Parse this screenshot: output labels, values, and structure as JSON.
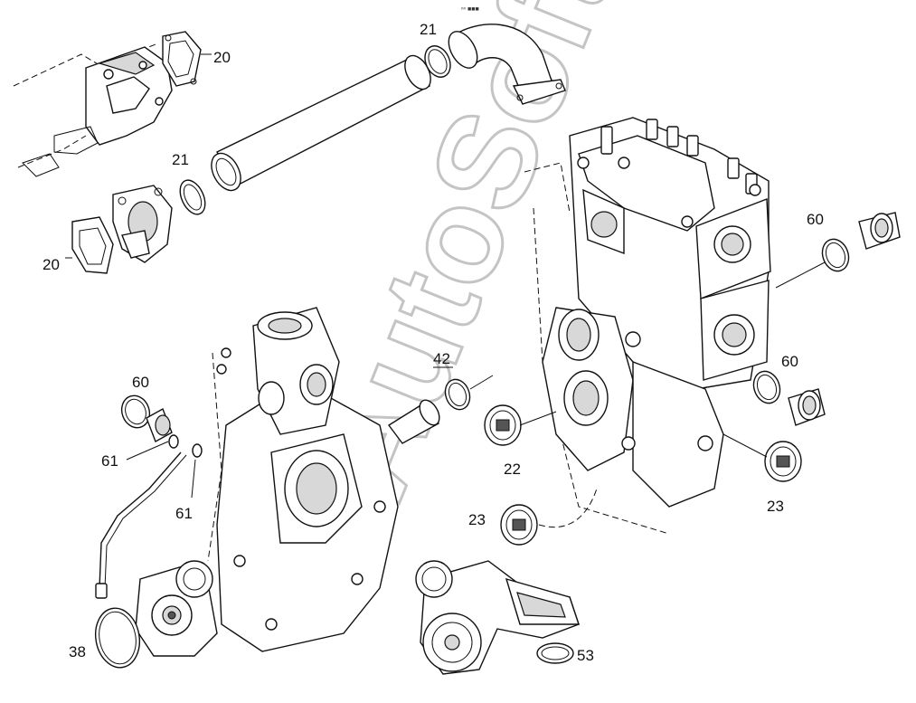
{
  "diagram": {
    "header_mark": "ⁿⁿ ■■■",
    "watermark": "AutoSoft",
    "callouts": [
      {
        "id": "c20a",
        "label": "20"
      },
      {
        "id": "c20b",
        "label": "20"
      },
      {
        "id": "c21a",
        "label": "21"
      },
      {
        "id": "c21b",
        "label": "21"
      },
      {
        "id": "c60a",
        "label": "60"
      },
      {
        "id": "c60b",
        "label": "60"
      },
      {
        "id": "c60c",
        "label": "60"
      },
      {
        "id": "c42",
        "label": "42"
      },
      {
        "id": "c22",
        "label": "22"
      },
      {
        "id": "c23a",
        "label": "23"
      },
      {
        "id": "c23b",
        "label": "23"
      },
      {
        "id": "c61a",
        "label": "61"
      },
      {
        "id": "c61b",
        "label": "61"
      },
      {
        "id": "c38",
        "label": "38"
      },
      {
        "id": "c53",
        "label": "53"
      }
    ]
  }
}
